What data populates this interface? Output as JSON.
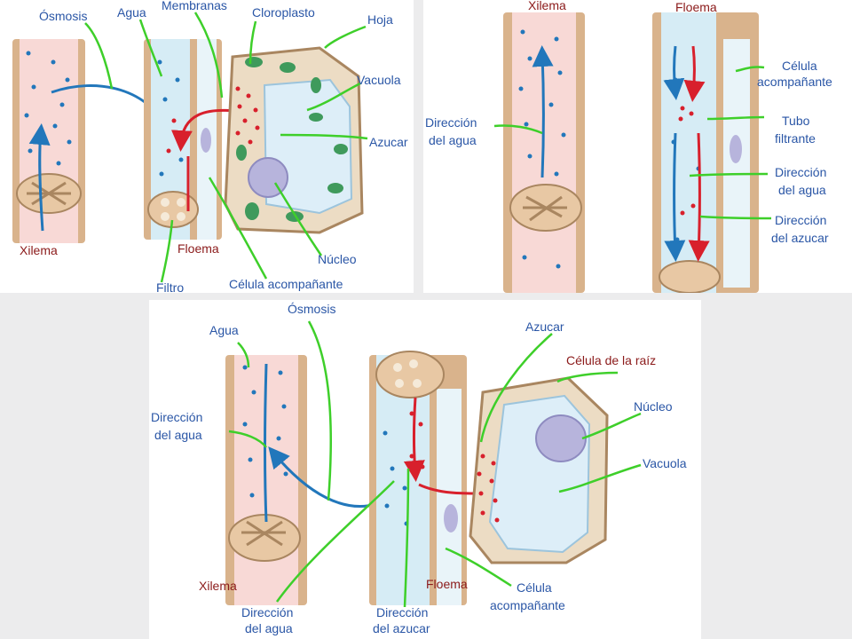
{
  "panel_a": {
    "osmosis": "Ósmosis",
    "agua": "Agua",
    "membranas": "Membranas",
    "cloroplasto": "Cloroplasto",
    "hoja": "Hoja",
    "vacuola": "Vacuola",
    "azucar": "Azucar",
    "nucleo": "Núcleo",
    "celula_acompanante": "Célula acompañante",
    "floema": "Floema",
    "filtro": "Filtro",
    "xilema": "Xilema"
  },
  "panel_b": {
    "xilema": "Xilema",
    "floema": "Floema",
    "celula_acompanante_1": "Célula",
    "celula_acompanante_2": "acompañante",
    "tubo_filtrante_1": "Tubo",
    "tubo_filtrante_2": "filtrante",
    "direccion_agua_left_1": "Dirección",
    "direccion_agua_left_2": "del agua",
    "direccion_agua_right_1": "Dirección",
    "direccion_agua_right_2": "del agua",
    "direccion_azucar_1": "Dirección",
    "direccion_azucar_2": "del azucar"
  },
  "panel_c": {
    "osmosis": "Ósmosis",
    "agua": "Agua",
    "azucar": "Azucar",
    "celula_raiz": "Célula de la raíz",
    "nucleo": "Núcleo",
    "direccion_agua_1": "Dirección",
    "direccion_agua_2": "del agua",
    "vacuola": "Vacuola",
    "xilema": "Xilema",
    "floema": "Floema",
    "celula_acompanante_1": "Célula",
    "celula_acompanante_2": "acompañante",
    "direccion_agua_bottom_1": "Dirección",
    "direccion_agua_bottom_2": "del agua",
    "direccion_azucar_bottom_1": "Dirección",
    "direccion_azucar_bottom_2": "del azucar"
  },
  "colors": {
    "label_blue": "#2a56a6",
    "label_red": "#8b1a1a",
    "leader_green": "#3ecf2a",
    "arrow_blue": "#2277bb",
    "arrow_red": "#d8202c",
    "cell_wall": "#d9b38c",
    "xylem_fill": "#f8d9d6",
    "phloem_fill": "#d6ecf5",
    "chloroplast": "#3f9a5c"
  }
}
